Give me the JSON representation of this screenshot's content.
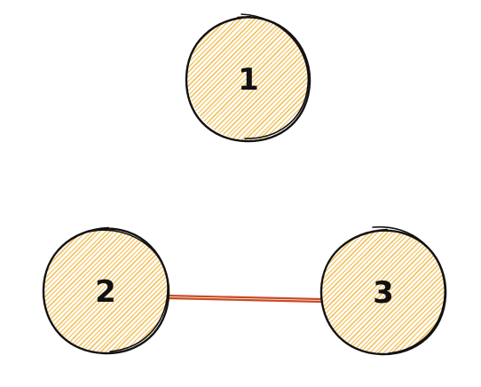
{
  "colors": {
    "node_fill": "#f3c25e",
    "node_stroke": "#121212",
    "edge": "#c94b24",
    "background": "#ffffff"
  },
  "nodes": [
    {
      "id": "1",
      "label": "1"
    },
    {
      "id": "2",
      "label": "2"
    },
    {
      "id": "3",
      "label": "3"
    }
  ],
  "edges": [
    {
      "from": "2",
      "to": "3"
    }
  ]
}
